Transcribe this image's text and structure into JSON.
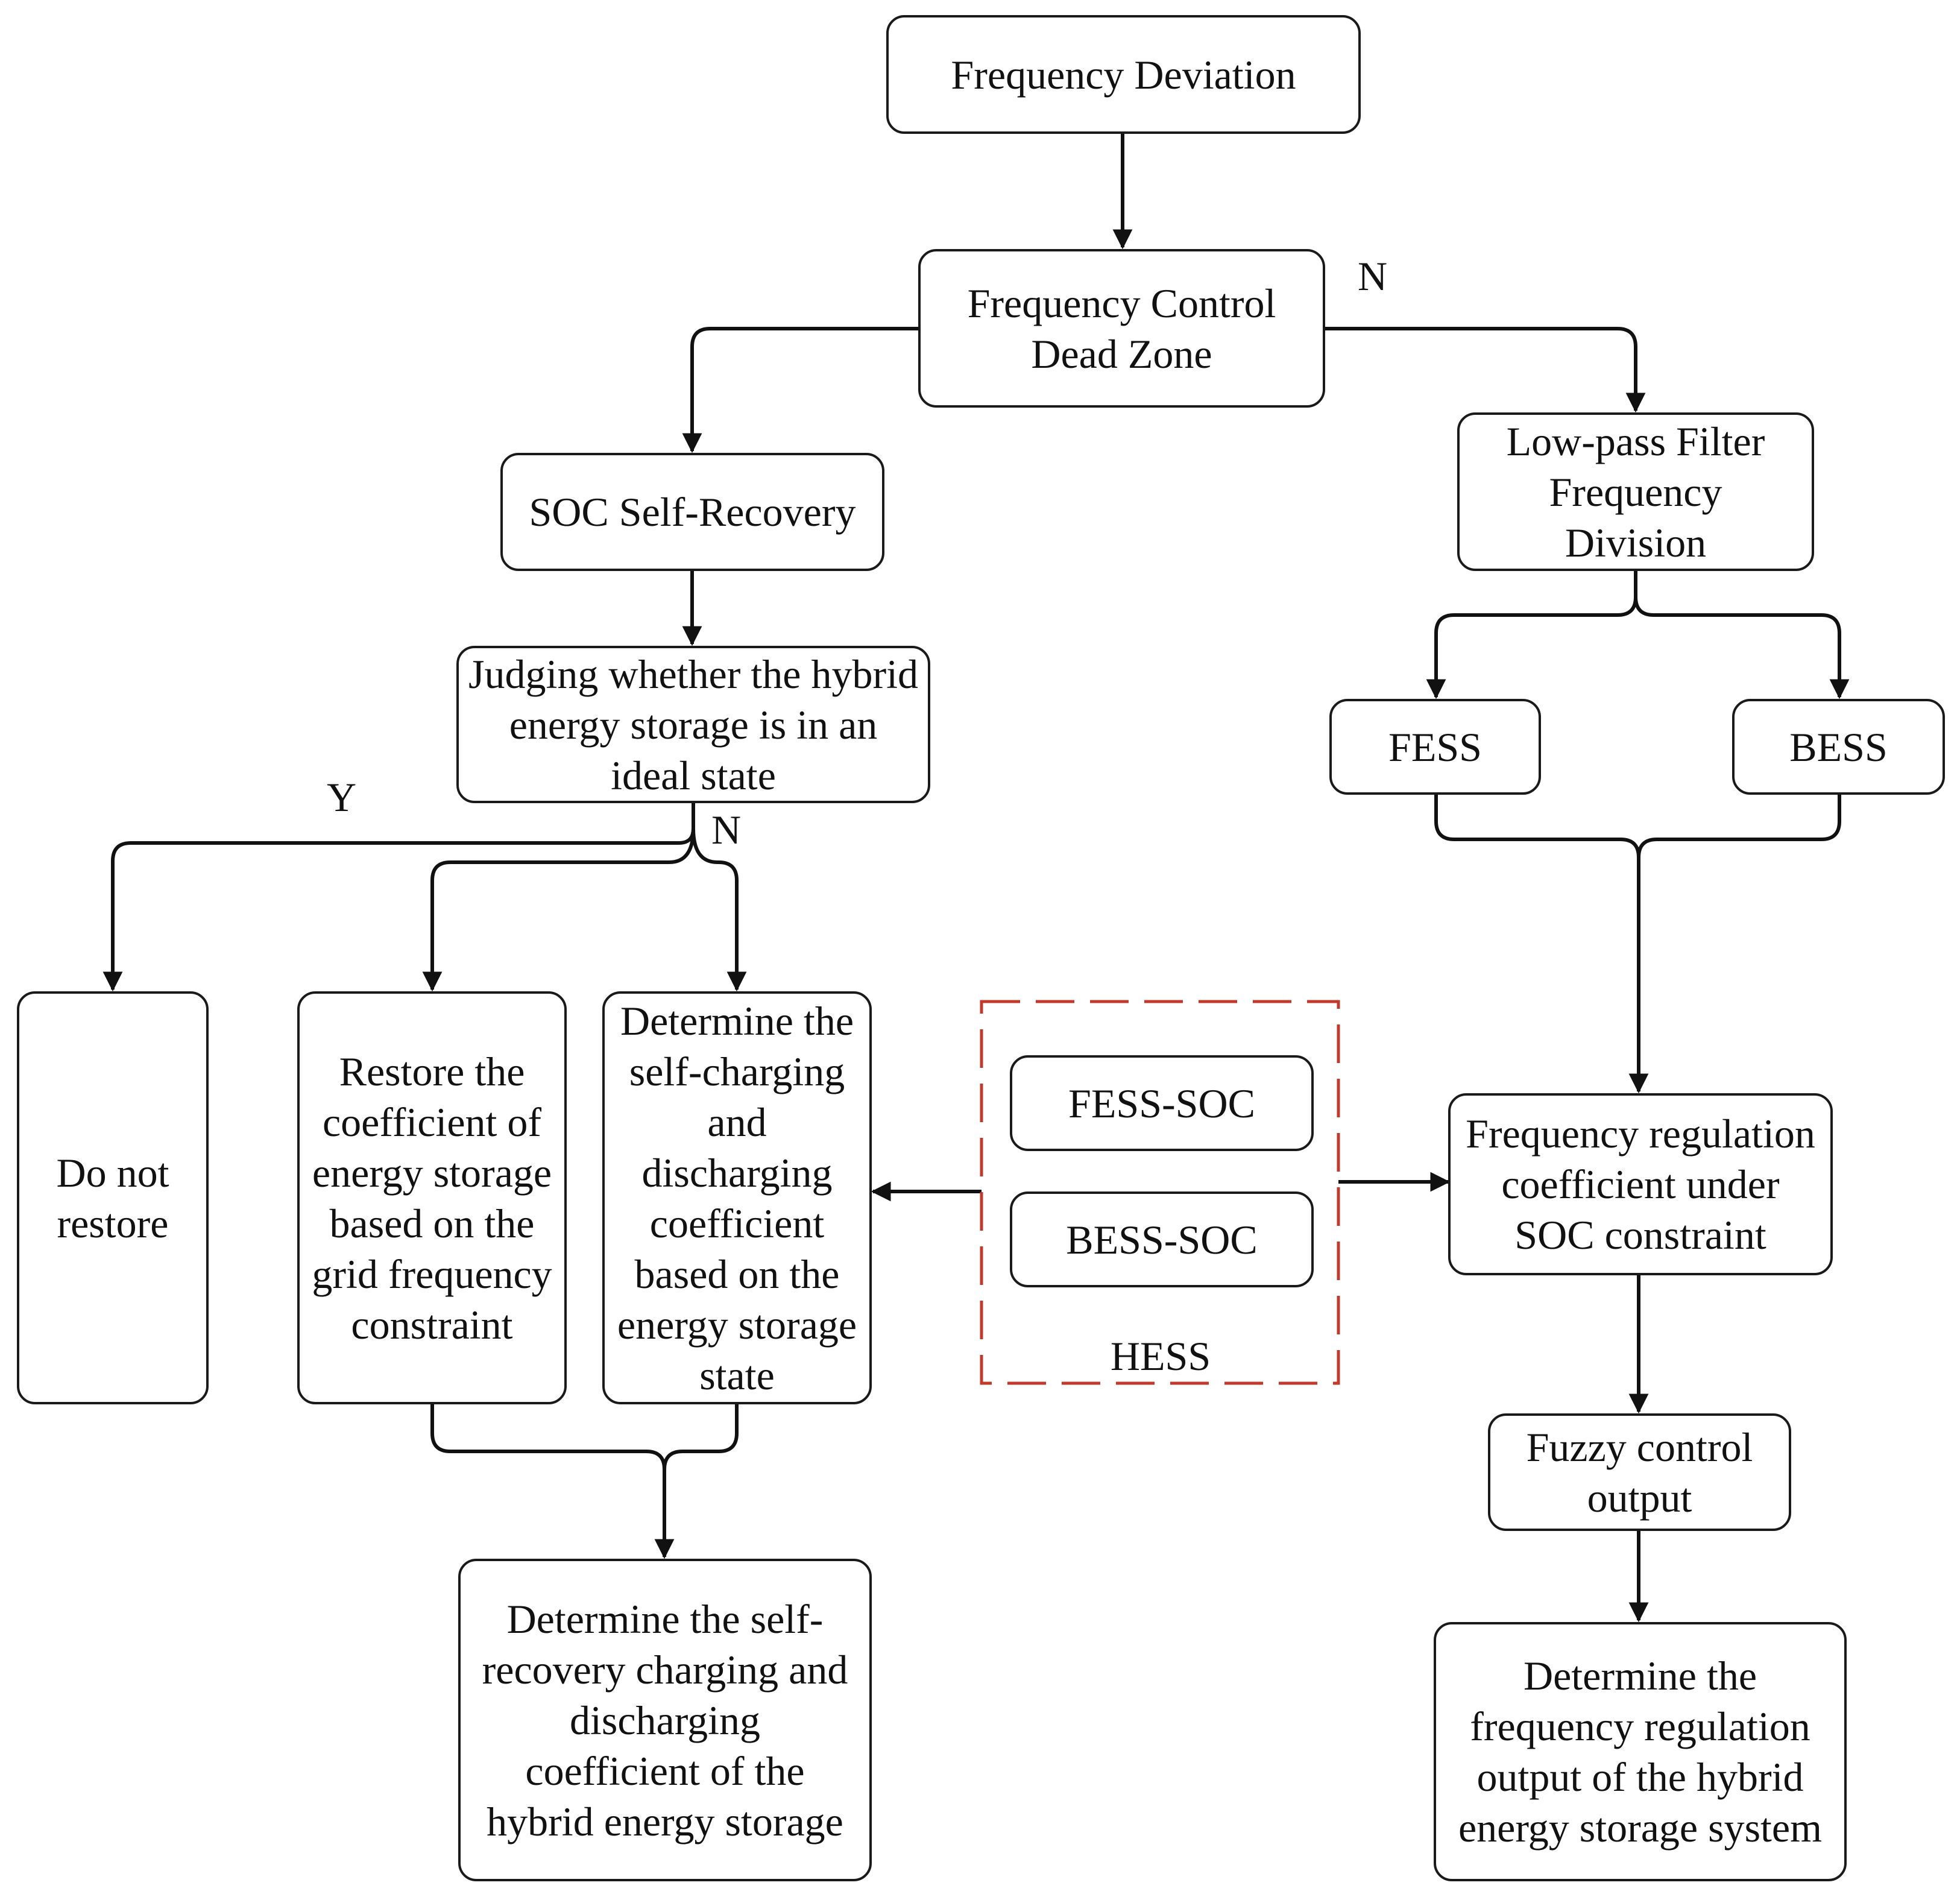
{
  "nodes": {
    "frequency_deviation": "Frequency Deviation",
    "dead_zone": "Frequency Control Dead Zone",
    "soc_self_recovery": "SOC Self-Recovery",
    "judging": "Judging whether the hybrid energy storage is in an ideal state",
    "low_pass_filter": "Low-pass Filter Frequency Division",
    "fess": "FESS",
    "bess": "BESS",
    "do_not_restore": "Do not restore",
    "restore_coefficient": "Restore the coefficient of energy storage based on the grid frequency constraint",
    "determine_self_charging": "Determine the self-charging and discharging coefficient based on the energy storage state",
    "fess_soc": "FESS-SOC",
    "bess_soc": "BESS-SOC",
    "hess": "HESS",
    "freq_reg_coefficient": "Frequency regulation coefficient under SOC constraint",
    "fuzzy_output": "Fuzzy control output",
    "determine_self_recovery": "Determine the self-recovery charging and discharging coefficient of the hybrid energy storage",
    "determine_freq_output": "Determine the frequency regulation output of the hybrid energy storage system"
  },
  "edge_labels": {
    "dead_zone_n": "N",
    "judging_y": "Y",
    "judging_n": "N"
  },
  "colors": {
    "line": "#111111",
    "hess_border": "#c0392b"
  }
}
